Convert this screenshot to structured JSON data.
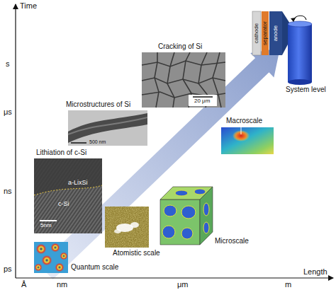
{
  "diagram": {
    "labels": [
      "Time",
      "Length",
      "s",
      "μs",
      "ns",
      "ps",
      "Å",
      "nm",
      "μm",
      "m",
      "Quantum scale",
      "Atomistic scale",
      "Microscale",
      "Macroscale",
      "System level",
      "Lithiation of c-Si",
      "a-LixSi",
      "c-Si",
      "5nm",
      "Microstructures of Si",
      "500 nm",
      "Cracking of Si",
      "20 μm",
      "cathode",
      "separator",
      "anode"
    ]
  }
}
